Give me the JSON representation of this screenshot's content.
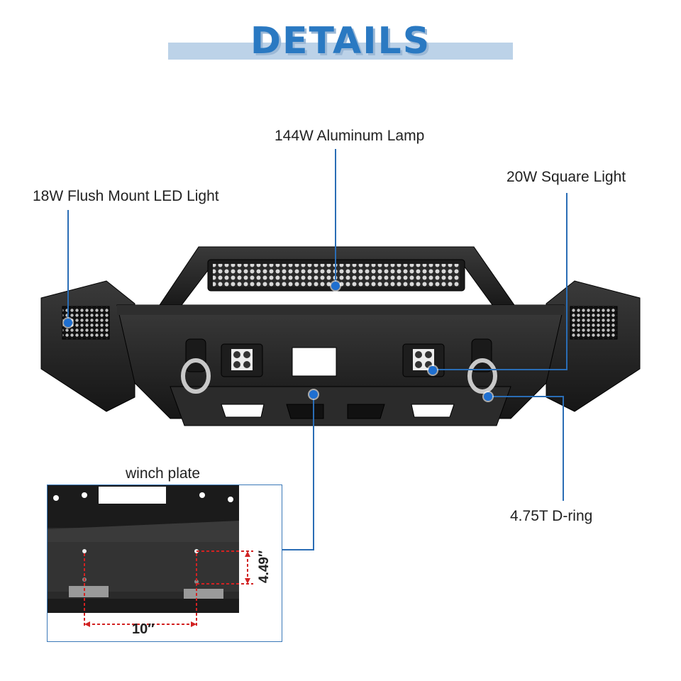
{
  "header": {
    "title": "DETAILS"
  },
  "callouts": {
    "aluminum_lamp": "144W Aluminum Lamp",
    "square_light": "20W Square Light",
    "flush_mount": "18W Flush Mount LED Light",
    "winch_plate": "winch plate",
    "d_ring": "4.75T D-ring"
  },
  "dimensions": {
    "height": "4.49″",
    "width": "10″"
  },
  "colors": {
    "accent": "#2a79c2",
    "callout_line": "#2a6db5",
    "dot": "#1e6fd0",
    "dimension": "#d22222"
  }
}
